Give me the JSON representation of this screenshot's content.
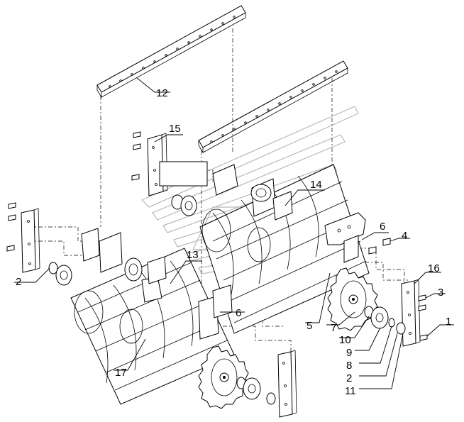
{
  "diagram": {
    "callouts": [
      {
        "id": "c12",
        "label": "12"
      },
      {
        "id": "c15",
        "label": "15"
      },
      {
        "id": "c14",
        "label": "14"
      },
      {
        "id": "c13",
        "label": "13"
      },
      {
        "id": "c6a",
        "label": "6"
      },
      {
        "id": "c4",
        "label": "4"
      },
      {
        "id": "c16",
        "label": "16"
      },
      {
        "id": "c3",
        "label": "3"
      },
      {
        "id": "c1",
        "label": "1"
      },
      {
        "id": "c2a",
        "label": "2"
      },
      {
        "id": "c6b",
        "label": "6"
      },
      {
        "id": "c5",
        "label": "5"
      },
      {
        "id": "c7",
        "label": "7"
      },
      {
        "id": "c10",
        "label": "10"
      },
      {
        "id": "c9",
        "label": "9"
      },
      {
        "id": "c8",
        "label": "8"
      },
      {
        "id": "c2b",
        "label": "2"
      },
      {
        "id": "c11",
        "label": "11"
      },
      {
        "id": "c17",
        "label": "17"
      }
    ]
  }
}
